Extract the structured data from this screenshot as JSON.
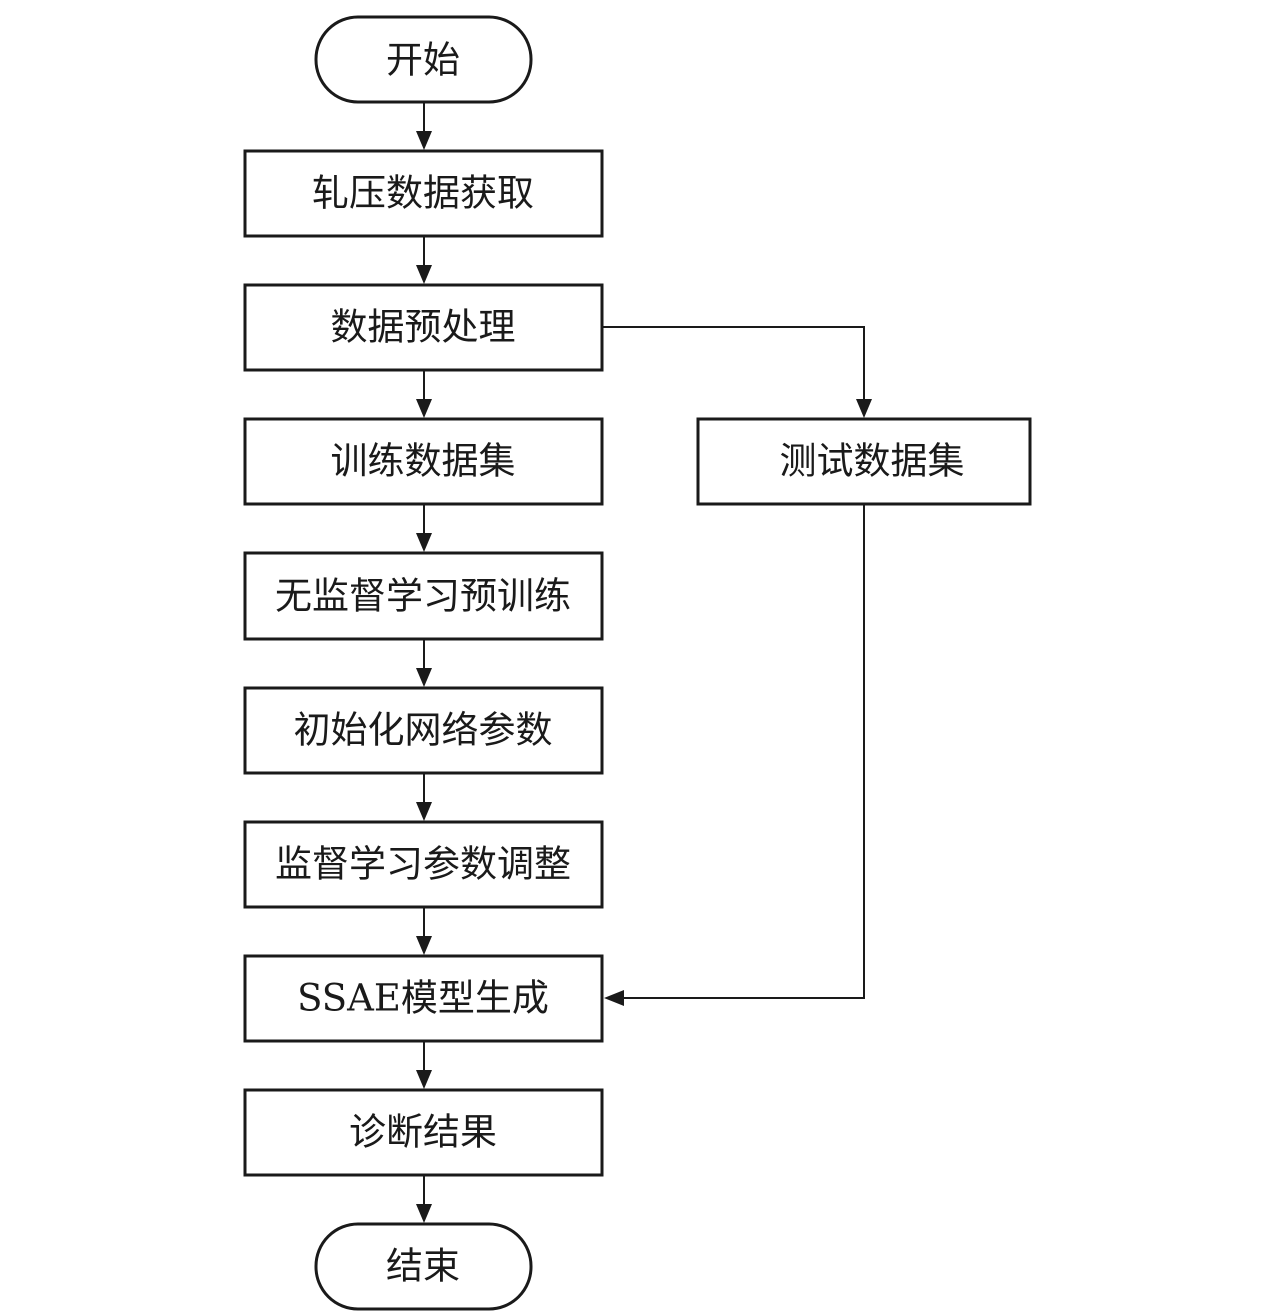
{
  "nodes": {
    "start": "开始",
    "data_acquisition": "轧压数据获取",
    "preprocessing": "数据预处理",
    "training_set": "训练数据集",
    "test_set": "测试数据集",
    "unsupervised_pretraining": "无监督学习预训练",
    "init_params": "初始化网络参数",
    "supervised_tuning": "监督学习参数调整",
    "model_generation": "SSAE模型生成",
    "diagnosis_result": "诊断结果",
    "end": "结束"
  }
}
